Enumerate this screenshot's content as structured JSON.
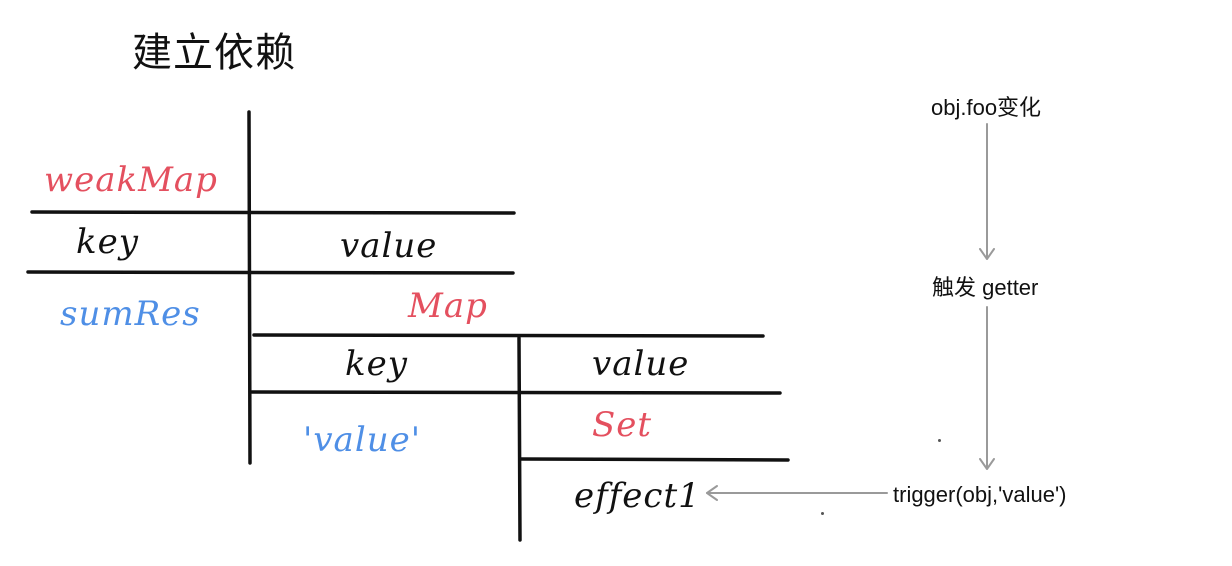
{
  "title": "建立依赖",
  "labels": {
    "weakmap": "weakMap",
    "key1": "key",
    "value1": "value",
    "target": "sumRes",
    "map": "Map",
    "key2": "key",
    "value2": "value",
    "key_value": "'value'",
    "set": "Set",
    "effect": "effect1"
  },
  "flow": {
    "step1": "obj.foo变化",
    "step2": "触发 getter",
    "step3": "trigger(obj,'value')"
  },
  "colors": {
    "ink": "#111111",
    "red": "#e4505f",
    "blue": "#4f8fe6",
    "arrow": "#9a9a9a"
  }
}
